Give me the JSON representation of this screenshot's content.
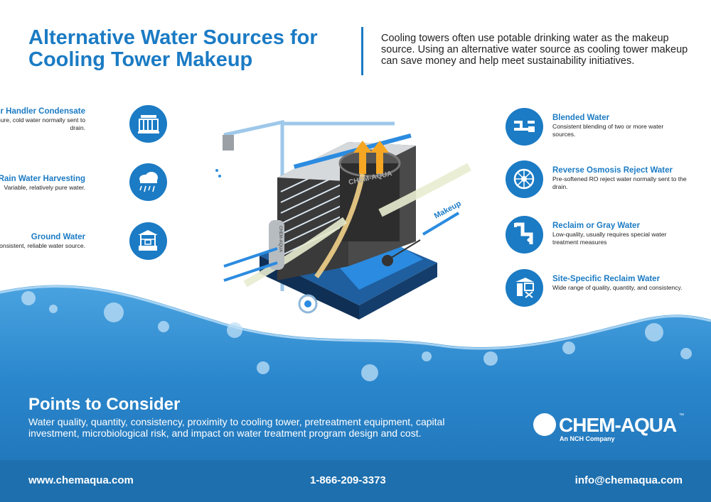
{
  "header": {
    "title": "Alternative Water Sources for Cooling Tower Makeup",
    "intro": "Cooling towers often use potable drinking water as the makeup source. Using an alternative water source as cooling tower makeup can save money and help meet sustainability initiatives."
  },
  "sources_left": [
    {
      "name": "Air Handler Condensate",
      "desc": "Nearly pure, cold water normally sent to drain.",
      "icon": "air-handler-icon"
    },
    {
      "name": "Rain Water Harvesting",
      "desc": "Variable, relatively pure water.",
      "icon": "rain-cloud-icon"
    },
    {
      "name": "Ground Water",
      "desc": "Consistent, reliable water source.",
      "icon": "well-icon"
    }
  ],
  "sources_right": [
    {
      "name": "Blended Water",
      "desc": "Consistent blending of two or more water sources.",
      "icon": "blended-pipes-icon"
    },
    {
      "name": "Reverse Osmosis Reject Water",
      "desc": "Pre-softened RO reject water normally sent to the drain.",
      "icon": "ro-membrane-icon"
    },
    {
      "name": "Reclaim or Gray Water",
      "desc": "Low-quality, usually requires special water treatment measures",
      "icon": "gray-water-pipe-icon"
    },
    {
      "name": "Site-Specific Reclaim Water",
      "desc": "Wide range of quality, quantity, and consistency.",
      "icon": "reclaim-equipment-icon"
    }
  ],
  "diagram": {
    "tower_label": "CHEM-AQUA",
    "makeup_label": "Makeup",
    "filter_label": "CHEM-AQUA"
  },
  "points": {
    "title": "Points to Consider",
    "text": "Water quality, quantity, consistency, proximity to cooling tower, pretreatment equipment, capital investment, microbiological risk, and impact on water treatment program design and cost."
  },
  "logo": {
    "name": "CHEM-AQUA",
    "tm": "™",
    "sub": "An NCH Company"
  },
  "footer": {
    "website": "www.chemaqua.com",
    "phone": "1-866-209-3373",
    "email": "info@chemaqua.com"
  },
  "colors": {
    "brand_blue": "#1b7bc4",
    "footer_blue": "#1d6fae",
    "water_blue": "#2a86cc"
  }
}
